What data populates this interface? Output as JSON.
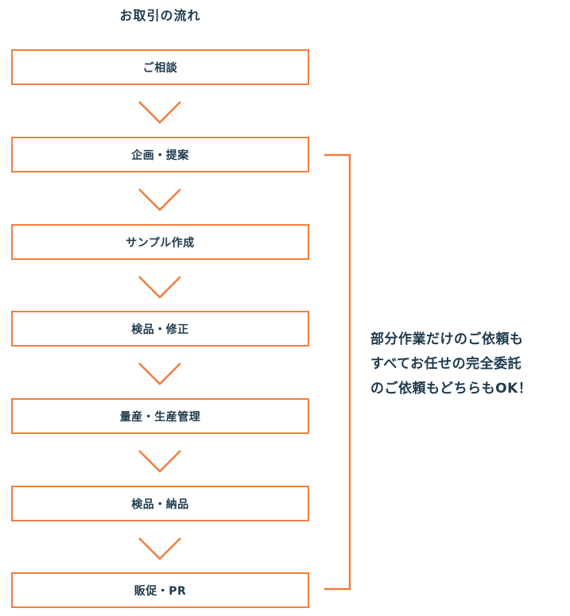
{
  "title": "お取引の流れ",
  "steps": [
    {
      "label": "ご相談"
    },
    {
      "label": "企画・提案"
    },
    {
      "label": "サンプル作成"
    },
    {
      "label": "検品・修正"
    },
    {
      "label": "量産・生産管理"
    },
    {
      "label": "検品・納品"
    },
    {
      "label": "販促・PR"
    }
  ],
  "note": {
    "lines": [
      "部分作業だけのご依頼も",
      "すべてお任せの完全委託",
      "のご依頼もどちらもOK！"
    ]
  },
  "colors": {
    "accent": "#f07f3c",
    "text": "#1f3a4d"
  }
}
